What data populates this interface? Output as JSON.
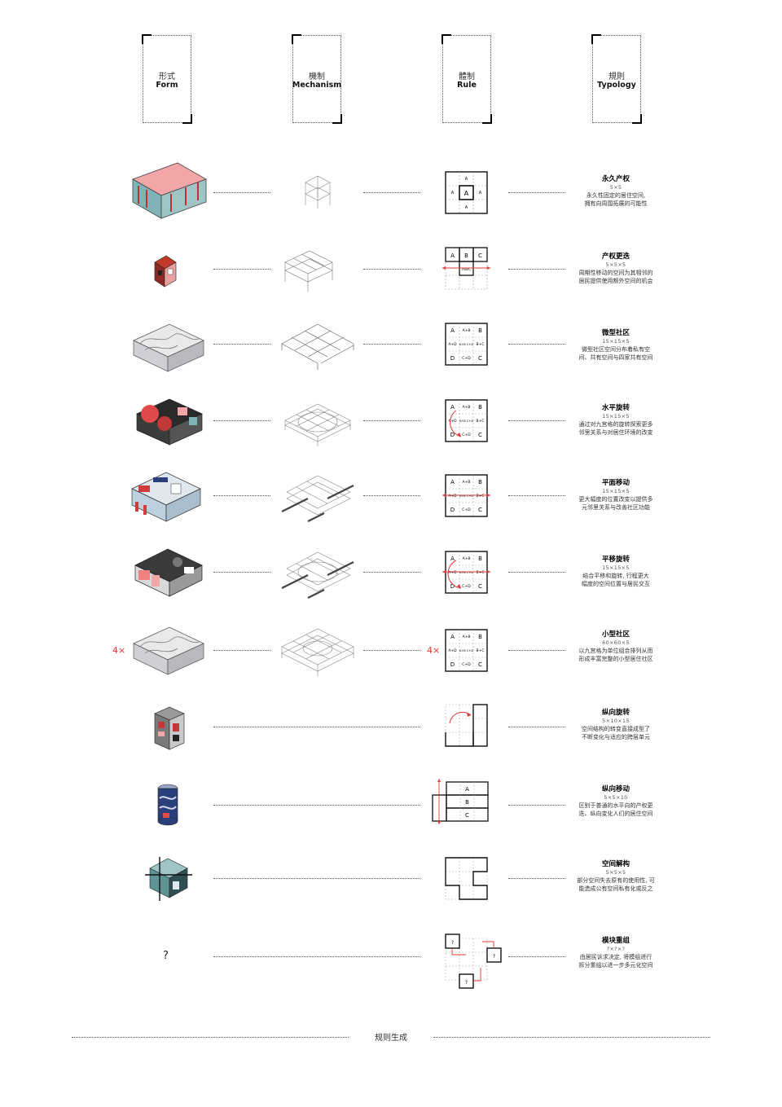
{
  "headers": [
    {
      "zh": "形式",
      "en": "Form"
    },
    {
      "zh": "機制",
      "en": "Mechanism"
    },
    {
      "zh": "體制",
      "en": "Rule"
    },
    {
      "zh": "規則",
      "en": "Typology"
    }
  ],
  "rows": [
    {
      "title": "永久产权",
      "dims": "5×5",
      "desc": [
        "永久性固定的居住空间,",
        "拥有向周围拓展的可能性"
      ]
    },
    {
      "title": "产权更迭",
      "dims": "5×5×5",
      "desc": [
        "周期性移动的空间为其相邻的",
        "居民提供使用额外空间的机会"
      ]
    },
    {
      "title": "微型社区",
      "dims": "15×15×5",
      "desc": [
        "微型社区空间分布着私有空",
        "间、共有空间与四家共有空间"
      ]
    },
    {
      "title": "水平旋转",
      "dims": "15×15×5",
      "desc": [
        "通过对九宫格的旋转探索更多",
        "邻里关系与对居住环境的改变"
      ]
    },
    {
      "title": "平面移动",
      "dims": "15×15×5",
      "desc": [
        "更大幅度的位置改变以提供多",
        "元邻里关系与改善社区功能"
      ]
    },
    {
      "title": "平移旋转",
      "dims": "15×15×5",
      "desc": [
        "结合平移和旋转, 行程更大",
        "幅度的空间位置与居民交互"
      ]
    },
    {
      "title": "小型社区",
      "dims": "60×60×5",
      "desc": [
        "以九宫格为单位组合排列从而",
        "形成丰富完整的小型居住社区"
      ]
    },
    {
      "title": "纵向旋转",
      "dims": "5×10×15",
      "desc": [
        "空间结构的转变直接成型了",
        "不断变化与适应的跨层单元"
      ]
    },
    {
      "title": "纵向移动",
      "dims": "5×5×10",
      "desc": [
        "区别于普通的水平向的产权更",
        "迭、纵向变化人们的居住空间"
      ]
    },
    {
      "title": "空间解构",
      "dims": "5×5×5",
      "desc": [
        "部分空间失去原有的使用性, 可",
        "能造成公有空间私有化或反之"
      ]
    },
    {
      "title": "模块重组",
      "dims": "?×?×?",
      "desc": [
        "由居民诉求决定, 将模组进行",
        "拆分重组以进一步多元化空间"
      ]
    }
  ],
  "multiplier": "4×",
  "unknown_form": "?",
  "grid_labels": {
    "A": "A",
    "B": "B",
    "C": "C",
    "D": "D",
    "AB": "A+B",
    "AD": "A+D",
    "BC": "B+C",
    "CD": "C+D",
    "center": "A+B C+D",
    "AC": "A/B/C",
    "q": "?"
  },
  "footer": "规则生成",
  "colors": {
    "accent": "#e03a3a",
    "pink": "#f2a6a8",
    "teal": "#7fb3b5",
    "navy": "#2b3f7a",
    "line": "#111111"
  }
}
